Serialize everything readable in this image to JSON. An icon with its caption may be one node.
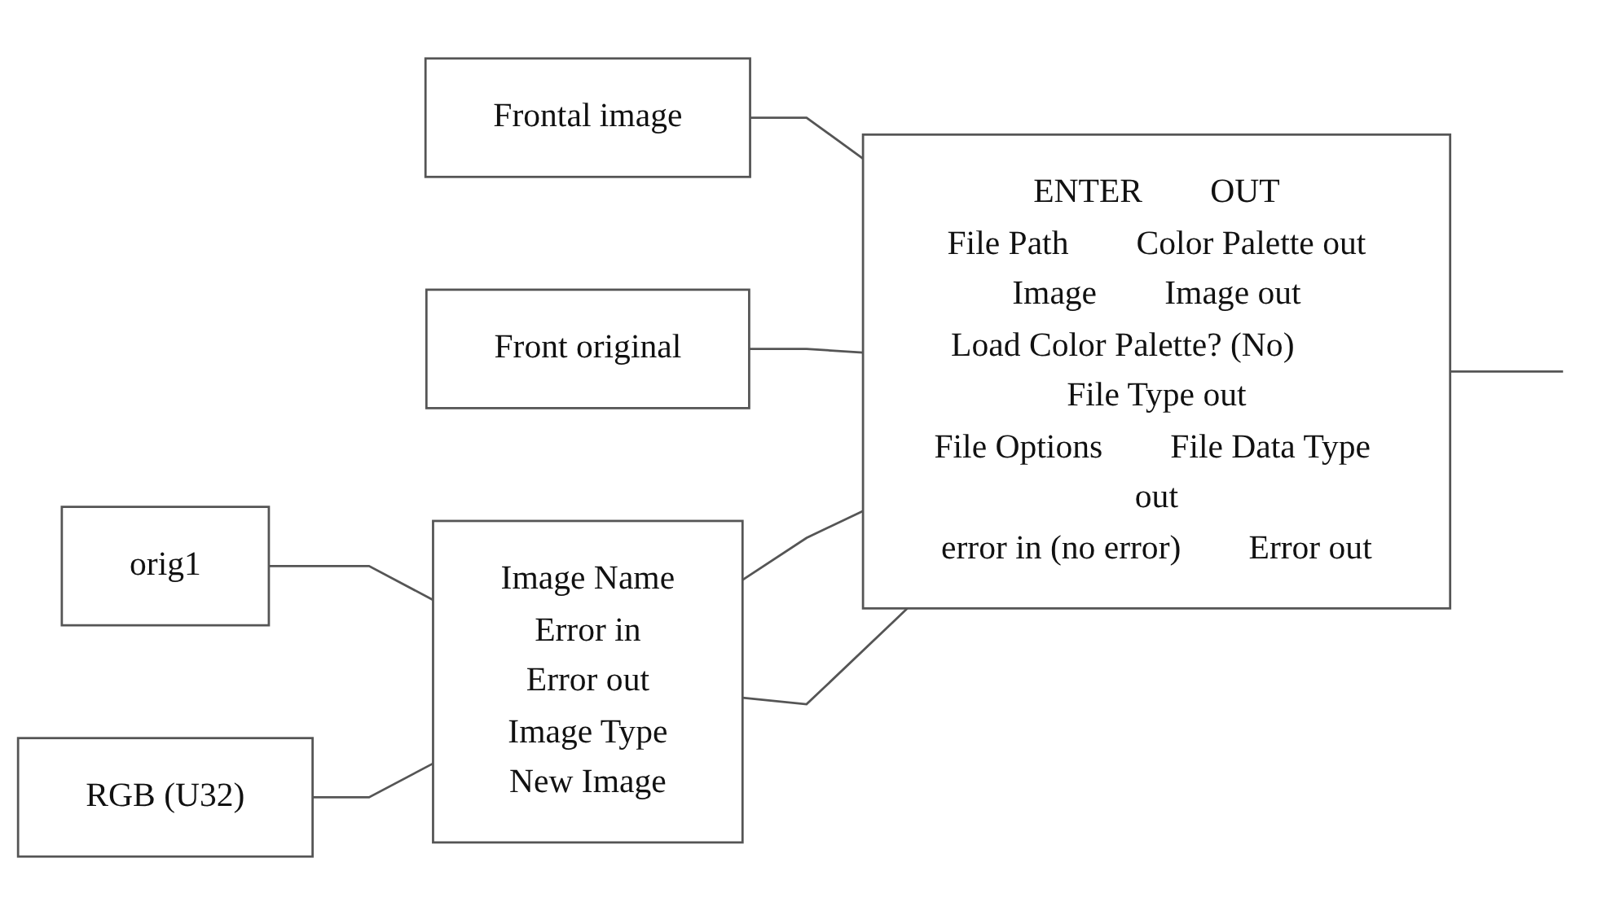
{
  "diagram": {
    "nodes": [
      {
        "text": [
          "Frontal image"
        ]
      },
      {
        "text": [
          "Front original"
        ]
      },
      {
        "text": [
          "orig1"
        ]
      },
      {
        "text": [
          "Image Name",
          "Error in",
          "Error out",
          "Image Type",
          "New Image"
        ]
      },
      {
        "text": [
          "ENTER",
          "OUT",
          "File Path",
          "Color Palette out",
          "Image",
          "Image out",
          "Load Color Palette? (No)",
          "File Type out",
          "File Options",
          "File Data Type out",
          "error in (no error)",
          "Error out"
        ]
      },
      {
        "text": [
          "RGB (U32)"
        ]
      }
    ],
    "edges": [
      {
        "from": 0,
        "to": 4,
        "arrow": "none"
      },
      {
        "from": 1,
        "to": 4,
        "arrow": "none"
      },
      {
        "from": 2,
        "to": 3,
        "arrow": "none"
      },
      {
        "from": 3,
        "to": 4,
        "arrow": "none"
      },
      {
        "from": 3,
        "to": 4,
        "arrow": "none"
      },
      {
        "from": 5,
        "to": 3,
        "arrow": "none"
      },
      {
        "from": 4,
        "to": null,
        "arrow": "none"
      }
    ]
  }
}
